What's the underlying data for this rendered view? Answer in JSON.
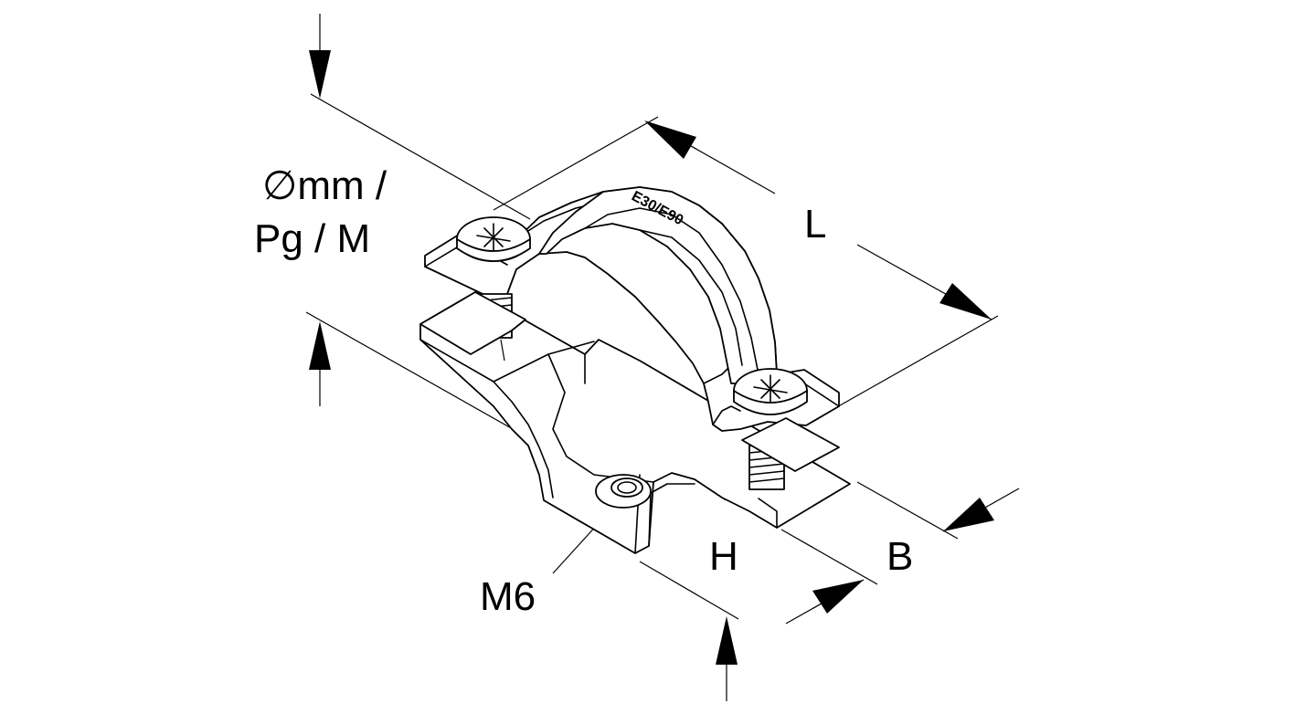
{
  "drawing": {
    "labels": {
      "diameter_line1": "∅mm /",
      "diameter_line2": "Pg / M",
      "length": "L",
      "height": "H",
      "width": "B",
      "thread": "M6"
    },
    "liner_text": "E30/E90",
    "colors": {
      "line": "#000000",
      "background": "#ffffff"
    }
  }
}
